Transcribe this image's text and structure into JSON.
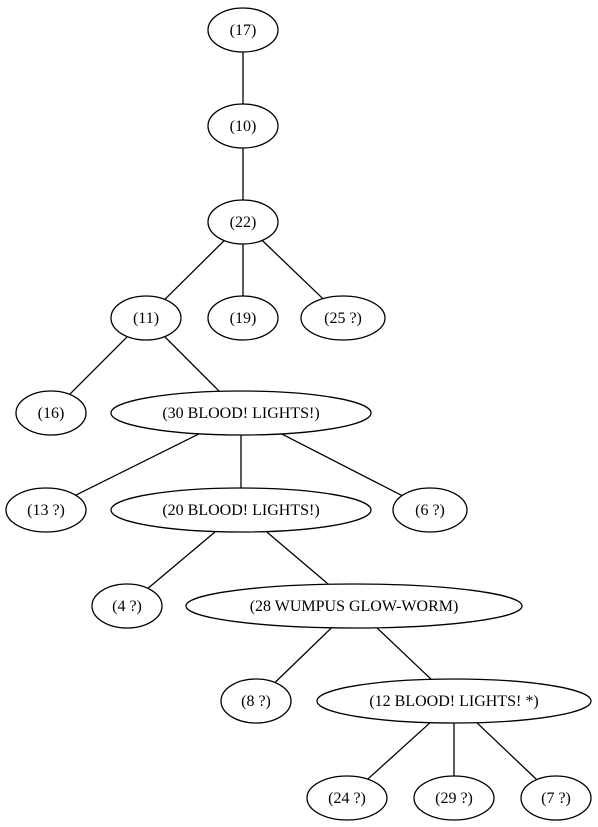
{
  "diagram": {
    "type": "tree",
    "nodes": [
      {
        "id": "n17",
        "label": "(17)"
      },
      {
        "id": "n10",
        "label": "(10)"
      },
      {
        "id": "n22",
        "label": "(22)"
      },
      {
        "id": "n11",
        "label": "(11)"
      },
      {
        "id": "n19",
        "label": "(19)"
      },
      {
        "id": "n25",
        "label": "(25 ?)"
      },
      {
        "id": "n16",
        "label": "(16)"
      },
      {
        "id": "n30",
        "label": "(30 BLOOD! LIGHTS!)"
      },
      {
        "id": "n13",
        "label": "(13 ?)"
      },
      {
        "id": "n20",
        "label": "(20 BLOOD! LIGHTS!)"
      },
      {
        "id": "n6",
        "label": "(6 ?)"
      },
      {
        "id": "n4",
        "label": "(4 ?)"
      },
      {
        "id": "n28",
        "label": "(28 WUMPUS GLOW-WORM)"
      },
      {
        "id": "n8",
        "label": "(8 ?)"
      },
      {
        "id": "n12",
        "label": "(12 BLOOD! LIGHTS! *)"
      },
      {
        "id": "n24",
        "label": "(24 ?)"
      },
      {
        "id": "n29",
        "label": "(29 ?)"
      },
      {
        "id": "n7",
        "label": "(7 ?)"
      }
    ],
    "edges": [
      [
        "n17",
        "n10"
      ],
      [
        "n10",
        "n22"
      ],
      [
        "n22",
        "n11"
      ],
      [
        "n22",
        "n19"
      ],
      [
        "n22",
        "n25"
      ],
      [
        "n11",
        "n16"
      ],
      [
        "n11",
        "n30"
      ],
      [
        "n30",
        "n13"
      ],
      [
        "n30",
        "n20"
      ],
      [
        "n30",
        "n6"
      ],
      [
        "n20",
        "n4"
      ],
      [
        "n20",
        "n28"
      ],
      [
        "n28",
        "n8"
      ],
      [
        "n28",
        "n12"
      ],
      [
        "n12",
        "n24"
      ],
      [
        "n12",
        "n29"
      ],
      [
        "n12",
        "n7"
      ]
    ]
  }
}
